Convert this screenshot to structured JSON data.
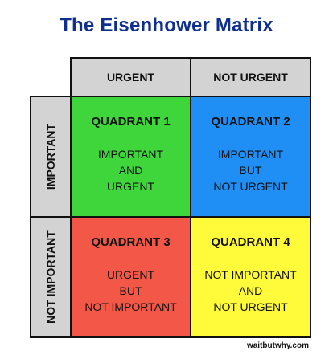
{
  "title": "The Eisenhower Matrix",
  "columns": [
    "URGENT",
    "NOT URGENT"
  ],
  "rows": [
    "IMPORTANT",
    "NOT IMPORTANT"
  ],
  "quadrants": [
    {
      "title": "QUADRANT 1",
      "lines": [
        "IMPORTANT",
        "AND",
        "URGENT"
      ],
      "color": "#3fd63c"
    },
    {
      "title": "QUADRANT 2",
      "lines": [
        "IMPORTANT",
        "BUT",
        "NOT URGENT"
      ],
      "color": "#1f8ef5"
    },
    {
      "title": "QUADRANT 3",
      "lines": [
        "URGENT",
        "BUT",
        "NOT IMPORTANT"
      ],
      "color": "#f25747"
    },
    {
      "title": "QUADRANT 4",
      "lines": [
        "NOT IMPORTANT",
        "AND",
        "NOT URGENT"
      ],
      "color": "#fffa3a"
    }
  ],
  "header_color": "#d3d3d3",
  "title_color": "#0f2f8f",
  "credit": "waitbutwhy.com"
}
